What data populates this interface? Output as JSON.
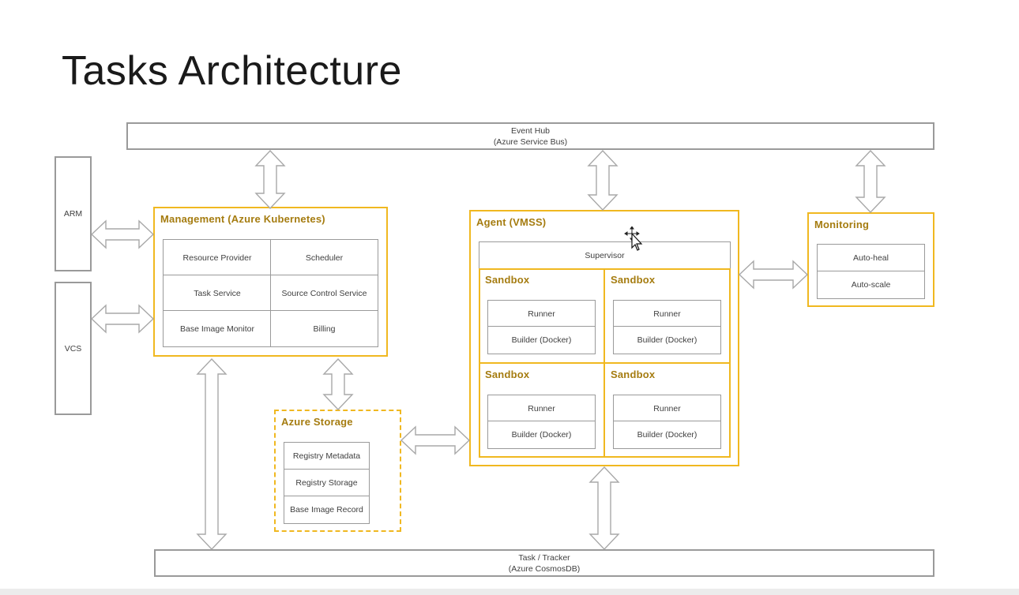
{
  "title": "Tasks Architecture",
  "event_hub": {
    "name": "Event Hub",
    "sub": "(Azure Service Bus)"
  },
  "task_tracker": {
    "name": "Task / Tracker",
    "sub": "(Azure CosmosDB)"
  },
  "arm": "ARM",
  "vcs": "VCS",
  "management": {
    "label": "Management (Azure Kubernetes)",
    "cells": [
      "Resource Provider",
      "Scheduler",
      "Task Service",
      "Source Control Service",
      "Base Image Monitor",
      "Billing"
    ]
  },
  "storage": {
    "label": "Azure Storage",
    "items": [
      "Registry Metadata",
      "Registry Storage",
      "Base Image Record"
    ]
  },
  "agent": {
    "label": "Agent (VMSS)",
    "supervisor": "Supervisor",
    "sandboxes": [
      {
        "label": "Sandbox",
        "runner": "Runner",
        "builder": "Builder (Docker)"
      },
      {
        "label": "Sandbox",
        "runner": "Runner",
        "builder": "Builder (Docker)"
      },
      {
        "label": "Sandbox",
        "runner": "Runner",
        "builder": "Builder (Docker)"
      },
      {
        "label": "Sandbox",
        "runner": "Runner",
        "builder": "Builder (Docker)"
      }
    ]
  },
  "monitoring": {
    "label": "Monitoring",
    "items": [
      "Auto-heal",
      "Auto-scale"
    ]
  },
  "colors": {
    "accent": "#f0b820",
    "label": "#a57c10",
    "gray": "#9a9a9a"
  }
}
